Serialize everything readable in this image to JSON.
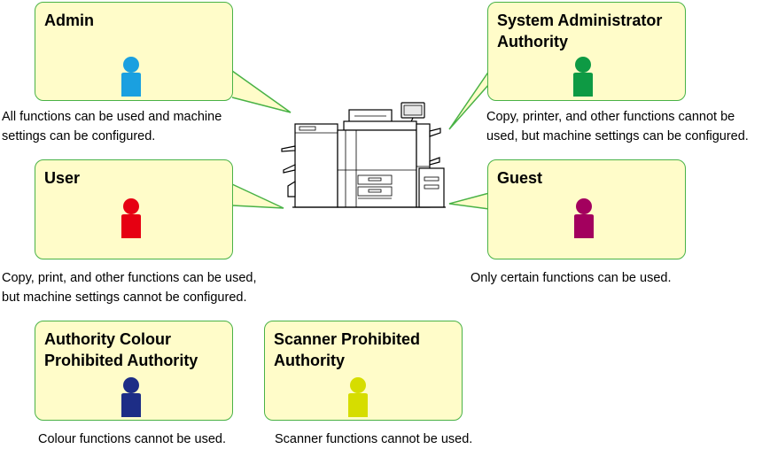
{
  "colors": {
    "box_fill": "#fffcc9",
    "box_border": "#49b246",
    "admin": "#1aa0e0",
    "system_admin": "#0e9a44",
    "user": "#e60012",
    "guest": "#a3005e",
    "colour_prohibited": "#1d2d86",
    "scanner_prohibited": "#d6dd00"
  },
  "roles": {
    "admin": {
      "title": "Admin",
      "description": "All functions can be used and machine\nsettings can be configured.",
      "icon": "person-icon"
    },
    "system_admin": {
      "title": "System Administrator\nAuthority",
      "description": "Copy, printer, and other functions cannot be\nused, but machine settings can be configured.",
      "icon": "person-icon"
    },
    "user": {
      "title": "User",
      "description": "Copy, print, and other functions can be used,\nbut machine settings cannot be configured.",
      "icon": "person-icon"
    },
    "guest": {
      "title": "Guest",
      "description": "Only certain functions can be used.",
      "icon": "person-icon"
    },
    "colour_prohibited": {
      "title": "Authority Colour\nProhibited Authority",
      "description": "Colour functions cannot be used.",
      "icon": "person-icon"
    },
    "scanner_prohibited": {
      "title": "Scanner Prohibited\nAuthority",
      "description": "Scanner functions cannot be used.",
      "icon": "person-icon"
    }
  },
  "center_icon": "printer-icon"
}
